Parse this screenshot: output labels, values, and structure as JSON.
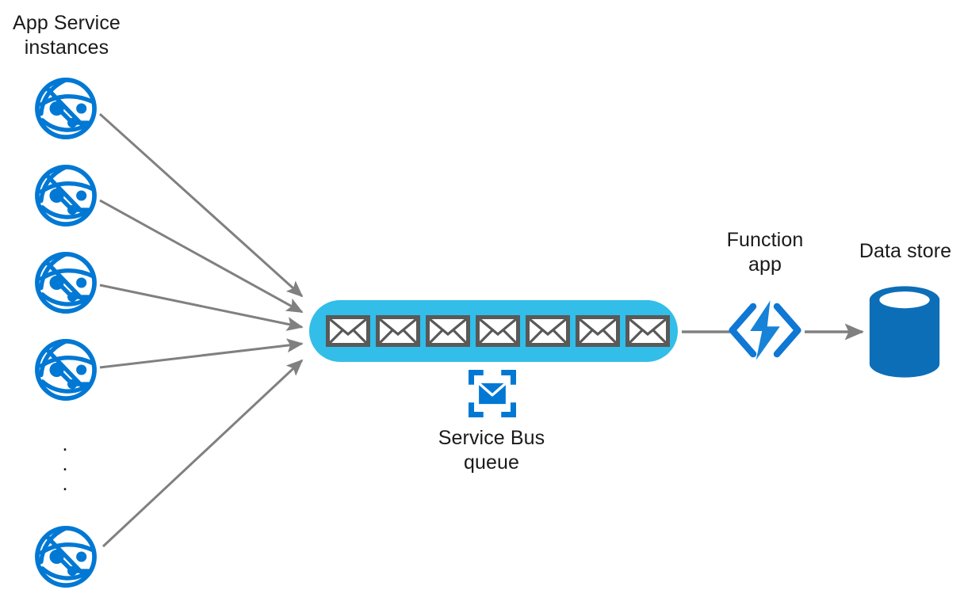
{
  "diagram": {
    "title_label": "App Service\ninstances",
    "background_color": "#ffffff",
    "azure_blue": "#0078D4",
    "queue_cyan": "#32BEE8",
    "connector_gray": "#808080",
    "envelope_stroke": "#595959",
    "text_color": "#1a1a1a"
  },
  "nodes": {
    "app_service_group": {
      "label": "App Service\ninstances",
      "icon": "app-service-globe-icon",
      "instance_count_visible": 5,
      "ellipsis": "."
    },
    "service_bus": {
      "label": "Service Bus\nqueue",
      "icon": "service-bus-envelope-icon",
      "message_count": 7,
      "message_icon": "envelope-icon"
    },
    "function_app": {
      "label": "Function\napp",
      "icon": "function-app-lightning-icon"
    },
    "data_store": {
      "label": "Data store",
      "icon": "database-cylinder-icon"
    }
  },
  "connectors": [
    {
      "name": "app-instance-1-to-queue",
      "arrowhead": true
    },
    {
      "name": "app-instance-2-to-queue",
      "arrowhead": true
    },
    {
      "name": "app-instance-3-to-queue",
      "arrowhead": true
    },
    {
      "name": "app-instance-4-to-queue",
      "arrowhead": true
    },
    {
      "name": "app-instance-5-to-queue",
      "arrowhead": true
    },
    {
      "name": "queue-to-function-app",
      "arrowhead": false
    },
    {
      "name": "function-app-to-data-store",
      "arrowhead": true
    }
  ]
}
